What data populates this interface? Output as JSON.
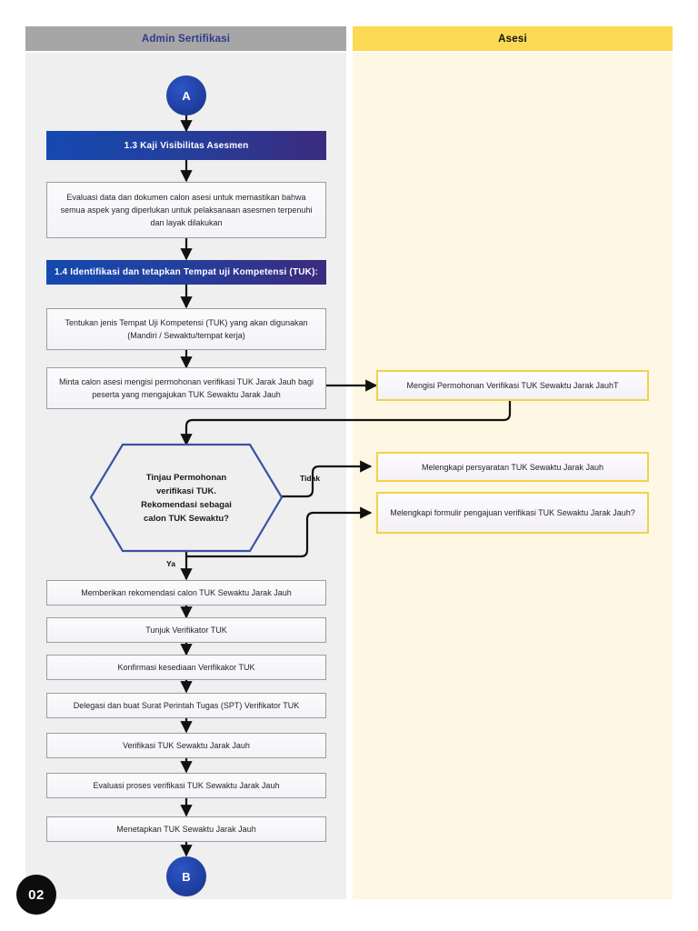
{
  "page": {
    "number": "02",
    "background": "#ffffff"
  },
  "lanes": [
    {
      "id": "admin",
      "title": "Admin Sertifikasi",
      "header_bg": "#a6a6a6",
      "header_text_color": "#2f3b8c",
      "body_bg": "#efefef"
    },
    {
      "id": "asesi",
      "title": "Asesi",
      "header_bg": "#fcd954",
      "header_text_color": "#111111",
      "body_bg": "#fdf7e3"
    }
  ],
  "nodes": {
    "start_connector": {
      "label": "A",
      "type": "connector-circle"
    },
    "end_connector": {
      "label": "B",
      "type": "connector-circle"
    },
    "banner_1_3": {
      "label": "1.3 Kaji Visibilitas Asesmen",
      "type": "section-banner"
    },
    "banner_1_4": {
      "label": "1.4 Identifikasi dan tetapkan Tempat uji Kompetensi (TUK):",
      "type": "section-banner"
    },
    "p1": {
      "label": "Evaluasi data dan dokumen calon asesi untuk memastikan bahwa semua aspek yang diperlukan untuk pelaksanaan asesmen terpenuhi dan layak dilakukan",
      "type": "process"
    },
    "p2": {
      "label": "Tentukan jenis Tempat Uji Kompetensi (TUK) yang akan digunakan (Mandiri / Sewaktu/tempat kerja)",
      "type": "process"
    },
    "p3": {
      "label": "Minta calon asesi mengisi permohonan verifikasi TUK Jarak Jauh bagi peserta yang mengajukan TUK Sewaktu Jarak Jauh",
      "type": "process"
    },
    "d1": {
      "label": "Tinjau Permohonan verifikasi TUK. Rekomendasi sebagai calon TUK Sewaktu?",
      "type": "decision"
    },
    "p4": {
      "label": "Memberikan rekomendasi calon TUK Sewaktu Jarak Jauh",
      "type": "process"
    },
    "p5": {
      "label": "Tunjuk Verifikator TUK",
      "type": "process"
    },
    "p6": {
      "label": "Konfirmasi kesediaan Verifikakor TUK",
      "type": "process"
    },
    "p7": {
      "label": "Delegasi dan buat Surat Perintah Tugas (SPT) Verifikator TUK",
      "type": "process"
    },
    "p8": {
      "label": "Verifikasi TUK Sewaktu Jarak Jauh",
      "type": "process"
    },
    "p9": {
      "label": "Evaluasi proses verifikasi TUK Sewaktu Jarak Jauh",
      "type": "process"
    },
    "p10": {
      "label": "Menetapkan TUK Sewaktu Jarak Jauh",
      "type": "process"
    },
    "a1": {
      "label": "Mengisi Permohonan Verifikasi TUK Sewaktu Jarak JauhT",
      "type": "process-yellow"
    },
    "a2": {
      "label": "Melengkapi persyaratan TUK Sewaktu Jarak Jauh",
      "type": "process-yellow"
    },
    "a3": {
      "label": "Melengkapi formulir pengajuan verifikasi TUK Sewaktu Jarak Jauh?",
      "type": "process-yellow"
    }
  },
  "edge_labels": {
    "tidak": "Tidak",
    "ya": "Ya"
  },
  "hex_lines": {
    "l1": "Tinjau Permohonan",
    "l2": "verifikasi TUK.",
    "l3": "Rekomendasi sebagai",
    "l4": "calon TUK Sewaktu?"
  },
  "colors": {
    "banner_gradient_start": "#1449b0",
    "banner_gradient_end": "#3b2b7e",
    "decision_stroke": "#3a52a4",
    "process_border": "#9d9d9d",
    "yellow_border": "#f2d24b",
    "connector_line": "#111111",
    "circle_fill": "#1d3c9b",
    "page_badge_fill": "#0d0d0d"
  }
}
